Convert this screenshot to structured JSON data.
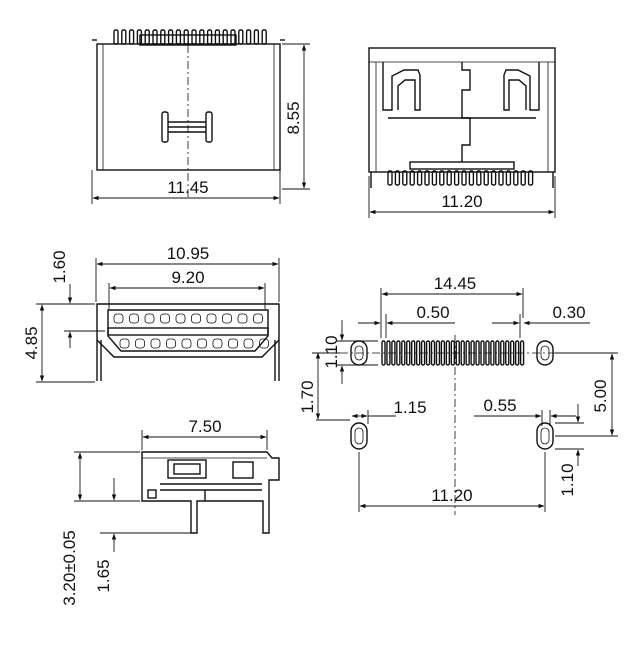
{
  "drawing": {
    "top_view": {
      "width_label": "11.45",
      "height_label": "8.55"
    },
    "front_view": {
      "width_label": "11.20"
    },
    "end_view": {
      "outer_width_label": "10.95",
      "inner_width_label": "9.20",
      "height_label": "4.85",
      "top_offset_label": "1.60"
    },
    "side_view": {
      "length_label": "7.50",
      "total_height_label": "3.20±0.05",
      "pin_height_label": "1.65"
    },
    "footprint": {
      "span_label": "14.45",
      "pitch_label": "0.50",
      "pad_width_label": "0.30",
      "pad_height_label": "1.10",
      "row_offset_label": "1.70",
      "hole_offset_label": "1.15",
      "hole_width_label": "0.55",
      "vertical_span_label": "5.00",
      "hole_height_label": "1.10",
      "hole_spacing_label": "11.20"
    }
  }
}
